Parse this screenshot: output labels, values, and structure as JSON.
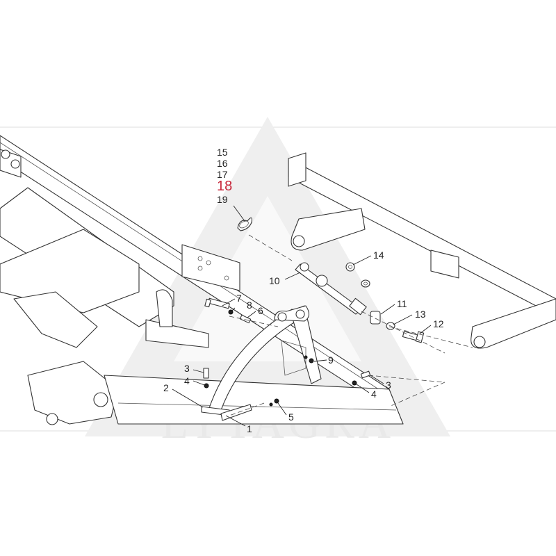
{
  "watermark": {
    "text": "LYTAGRA"
  },
  "callouts": {
    "c15": "15",
    "c16": "16",
    "c17": "17",
    "c18": "18",
    "c19": "19",
    "c14": "14",
    "c10": "10",
    "c7": "7",
    "c8": "8",
    "c6": "6",
    "c11": "11",
    "c13": "13",
    "c12": "12",
    "c9": "9",
    "c3a": "3",
    "c4a": "4",
    "c2": "2",
    "c3b": "3",
    "c4b": "4",
    "c5": "5",
    "c1": "1"
  },
  "highlight": {
    "callout": "18",
    "color": "#c8283c"
  }
}
